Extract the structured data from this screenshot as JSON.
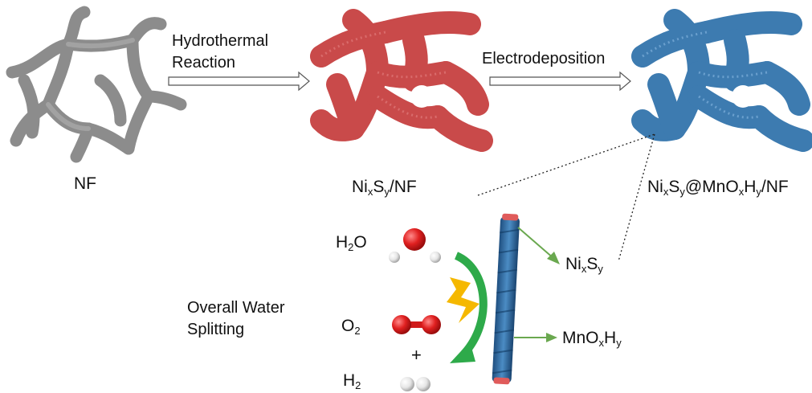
{
  "steps": {
    "step1_line1": "Hydrothermal",
    "step1_line2": "Reaction",
    "step2": "Electrodeposition"
  },
  "materials": {
    "nf": "NF",
    "nixsy_nf": {
      "a": "Ni",
      "b": "x",
      "c": "S",
      "d": "y",
      "e": "/NF"
    },
    "composite": {
      "a": "Ni",
      "b": "x",
      "c": "S",
      "d": "y",
      "e": "@MnO",
      "f": "x",
      "g": "H",
      "h": "y",
      "i": "/NF"
    }
  },
  "zoom": {
    "nixsy": {
      "a": "Ni",
      "b": "x",
      "c": "S",
      "d": "y"
    },
    "mnoxhy": {
      "a": "MnO",
      "b": "x",
      "c": "H",
      "d": "y"
    }
  },
  "reaction": {
    "title_line1": "Overall Water",
    "title_line2": "Splitting",
    "h2o": {
      "a": "H",
      "b": "2",
      "c": "O"
    },
    "o2": {
      "a": "O",
      "b": "2"
    },
    "plus": "+",
    "h2": {
      "a": "H",
      "b": "2"
    }
  },
  "colors": {
    "nf_gray": "#8c8c8c",
    "nixsy_red": "#c94a4a",
    "composite_blue": "#3d7bb0",
    "arrow_green": "#6aa84f",
    "bolt_yellow": "#f5b800",
    "oxygen_red": "#e02020"
  }
}
